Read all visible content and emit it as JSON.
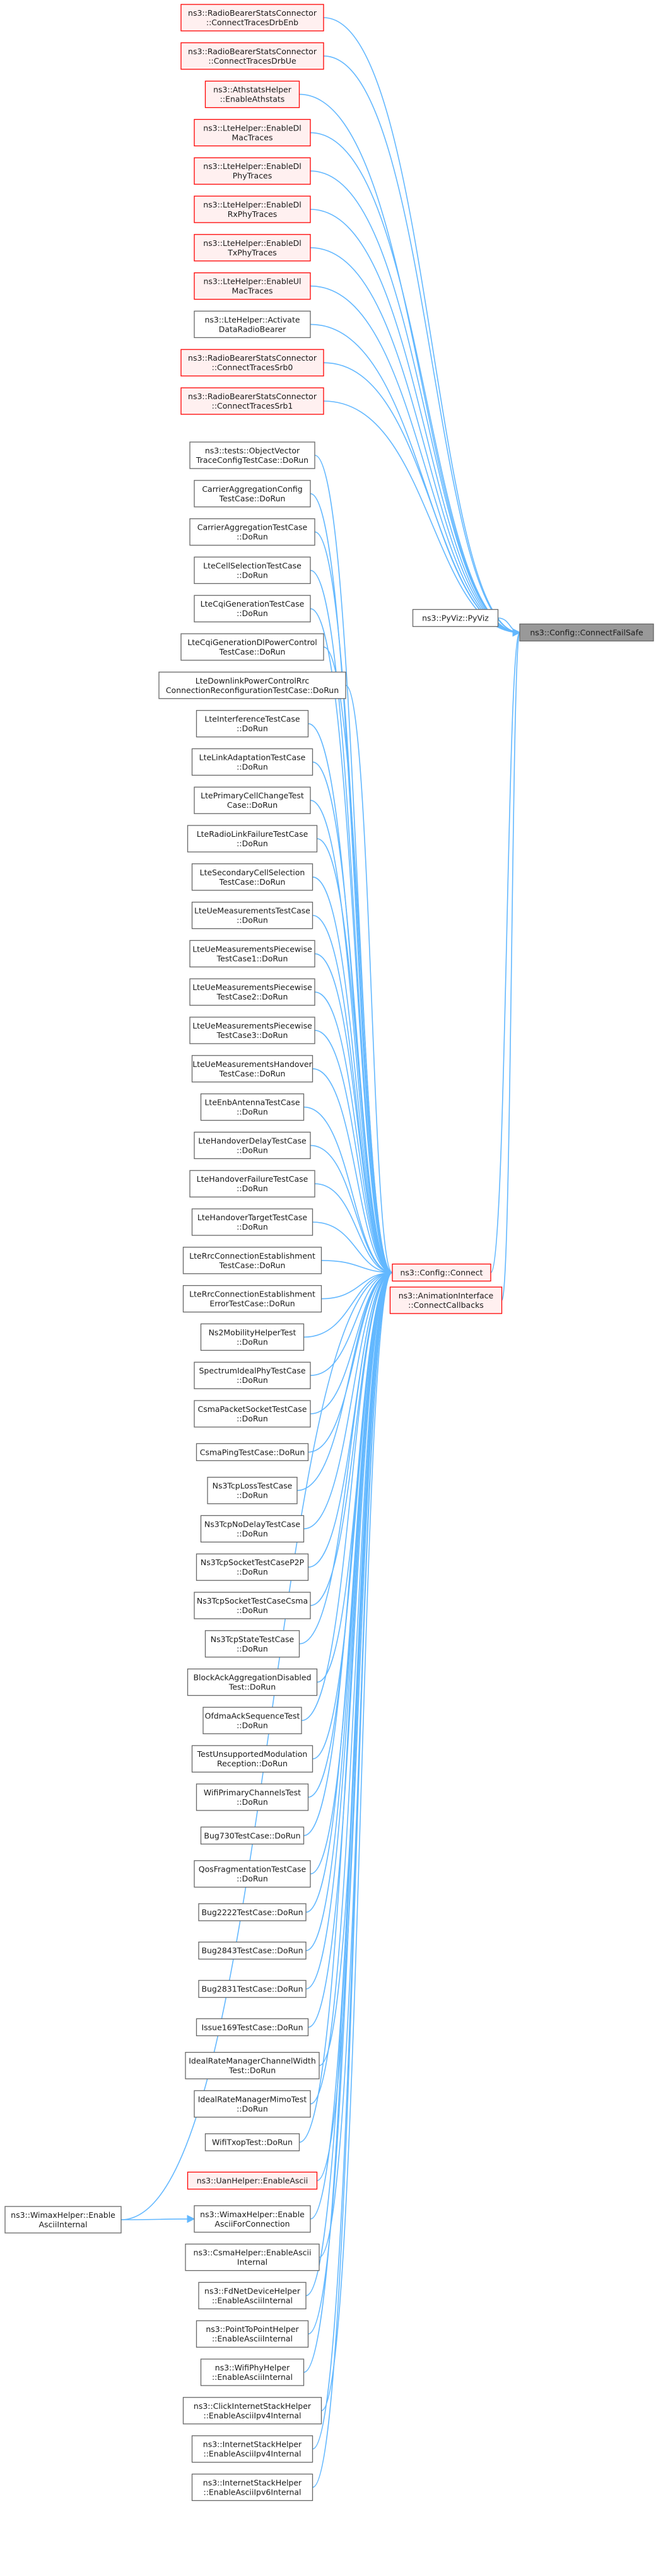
{
  "theme": {
    "edge_color": "#63b8ff",
    "normal_border": "#666666",
    "normal_fill": "#ffffff",
    "red_border": "#ff0000",
    "red_fill": "#fff0f0",
    "target_border": "#666666",
    "target_fill": "#999999"
  },
  "target": {
    "id": "target",
    "lines": [
      "ns3::Config::ConnectFailSafe"
    ],
    "style": "target"
  },
  "connect": {
    "id": "connect",
    "lines": [
      "ns3::Config::Connect"
    ],
    "style": "red"
  },
  "anim": {
    "id": "anim",
    "lines": [
      "ns3::AnimationInterface",
      "::ConnectCallbacks"
    ],
    "style": "red"
  },
  "pyviz": {
    "id": "pyviz",
    "lines": [
      "ns3::PyViz::PyViz"
    ],
    "style": "normal"
  },
  "direct": [
    {
      "id": "d0",
      "lines": [
        "ns3::RadioBearerStatsConnector",
        "::ConnectTracesDrbEnb"
      ],
      "style": "red"
    },
    {
      "id": "d1",
      "lines": [
        "ns3::RadioBearerStatsConnector",
        "::ConnectTracesDrbUe"
      ],
      "style": "red"
    },
    {
      "id": "d2",
      "lines": [
        "ns3::AthstatsHelper",
        "::EnableAthstats"
      ],
      "style": "red"
    },
    {
      "id": "d3",
      "lines": [
        "ns3::LteHelper::EnableDl",
        "MacTraces"
      ],
      "style": "red"
    },
    {
      "id": "d4",
      "lines": [
        "ns3::LteHelper::EnableDl",
        "PhyTraces"
      ],
      "style": "red"
    },
    {
      "id": "d5",
      "lines": [
        "ns3::LteHelper::EnableDl",
        "RxPhyTraces"
      ],
      "style": "red"
    },
    {
      "id": "d6",
      "lines": [
        "ns3::LteHelper::EnableDl",
        "TxPhyTraces"
      ],
      "style": "red"
    },
    {
      "id": "d7",
      "lines": [
        "ns3::LteHelper::EnableUl",
        "MacTraces"
      ],
      "style": "red"
    },
    {
      "id": "d8",
      "lines": [
        "ns3::LteHelper::Activate",
        "DataRadioBearer"
      ],
      "style": "normal"
    },
    {
      "id": "d9",
      "lines": [
        "ns3::RadioBearerStatsConnector",
        "::ConnectTracesSrb0"
      ],
      "style": "red"
    },
    {
      "id": "d10",
      "lines": [
        "ns3::RadioBearerStatsConnector",
        "::ConnectTracesSrb1"
      ],
      "style": "red"
    }
  ],
  "callers": [
    {
      "id": "c0",
      "lines": [
        "ns3::tests::ObjectVector",
        "TraceConfigTestCase::DoRun"
      ],
      "style": "normal"
    },
    {
      "id": "c1",
      "lines": [
        "CarrierAggregationConfig",
        "TestCase::DoRun"
      ],
      "style": "normal"
    },
    {
      "id": "c2",
      "lines": [
        "CarrierAggregationTestCase",
        "::DoRun"
      ],
      "style": "normal"
    },
    {
      "id": "c3",
      "lines": [
        "LteCellSelectionTestCase",
        "::DoRun"
      ],
      "style": "normal"
    },
    {
      "id": "c4",
      "lines": [
        "LteCqiGenerationTestCase",
        "::DoRun"
      ],
      "style": "normal"
    },
    {
      "id": "c5",
      "lines": [
        "LteCqiGenerationDlPowerControl",
        "TestCase::DoRun"
      ],
      "style": "normal"
    },
    {
      "id": "c6",
      "lines": [
        "LteDownlinkPowerControlRrc",
        "ConnectionReconfigurationTestCase::DoRun"
      ],
      "style": "normal"
    },
    {
      "id": "c7",
      "lines": [
        "LteInterferenceTestCase",
        "::DoRun"
      ],
      "style": "normal"
    },
    {
      "id": "c8",
      "lines": [
        "LteLinkAdaptationTestCase",
        "::DoRun"
      ],
      "style": "normal"
    },
    {
      "id": "c9",
      "lines": [
        "LtePrimaryCellChangeTest",
        "Case::DoRun"
      ],
      "style": "normal"
    },
    {
      "id": "c10",
      "lines": [
        "LteRadioLinkFailureTestCase",
        "::DoRun"
      ],
      "style": "normal"
    },
    {
      "id": "c11",
      "lines": [
        "LteSecondaryCellSelection",
        "TestCase::DoRun"
      ],
      "style": "normal"
    },
    {
      "id": "c12",
      "lines": [
        "LteUeMeasurementsTestCase",
        "::DoRun"
      ],
      "style": "normal"
    },
    {
      "id": "c13",
      "lines": [
        "LteUeMeasurementsPiecewise",
        "TestCase1::DoRun"
      ],
      "style": "normal"
    },
    {
      "id": "c14",
      "lines": [
        "LteUeMeasurementsPiecewise",
        "TestCase2::DoRun"
      ],
      "style": "normal"
    },
    {
      "id": "c15",
      "lines": [
        "LteUeMeasurementsPiecewise",
        "TestCase3::DoRun"
      ],
      "style": "normal"
    },
    {
      "id": "c16",
      "lines": [
        "LteUeMeasurementsHandover",
        "TestCase::DoRun"
      ],
      "style": "normal"
    },
    {
      "id": "c17",
      "lines": [
        "LteEnbAntennaTestCase",
        "::DoRun"
      ],
      "style": "normal"
    },
    {
      "id": "c18",
      "lines": [
        "LteHandoverDelayTestCase",
        "::DoRun"
      ],
      "style": "normal"
    },
    {
      "id": "c19",
      "lines": [
        "LteHandoverFailureTestCase",
        "::DoRun"
      ],
      "style": "normal"
    },
    {
      "id": "c20",
      "lines": [
        "LteHandoverTargetTestCase",
        "::DoRun"
      ],
      "style": "normal"
    },
    {
      "id": "c21",
      "lines": [
        "LteRrcConnectionEstablishment",
        "TestCase::DoRun"
      ],
      "style": "normal"
    },
    {
      "id": "c22",
      "lines": [
        "LteRrcConnectionEstablishment",
        "ErrorTestCase::DoRun"
      ],
      "style": "normal"
    },
    {
      "id": "c23",
      "lines": [
        "Ns2MobilityHelperTest",
        "::DoRun"
      ],
      "style": "normal"
    },
    {
      "id": "c24",
      "lines": [
        "SpectrumIdealPhyTestCase",
        "::DoRun"
      ],
      "style": "normal"
    },
    {
      "id": "c25",
      "lines": [
        "CsmaPacketSocketTestCase",
        "::DoRun"
      ],
      "style": "normal"
    },
    {
      "id": "c26",
      "lines": [
        "CsmaPingTestCase::DoRun"
      ],
      "style": "normal"
    },
    {
      "id": "c27",
      "lines": [
        "Ns3TcpLossTestCase",
        "::DoRun"
      ],
      "style": "normal"
    },
    {
      "id": "c28",
      "lines": [
        "Ns3TcpNoDelayTestCase",
        "::DoRun"
      ],
      "style": "normal"
    },
    {
      "id": "c29",
      "lines": [
        "Ns3TcpSocketTestCaseP2P",
        "::DoRun"
      ],
      "style": "normal"
    },
    {
      "id": "c30",
      "lines": [
        "Ns3TcpSocketTestCaseCsma",
        "::DoRun"
      ],
      "style": "normal"
    },
    {
      "id": "c31",
      "lines": [
        "Ns3TcpStateTestCase",
        "::DoRun"
      ],
      "style": "normal"
    },
    {
      "id": "c32",
      "lines": [
        "BlockAckAggregationDisabled",
        "Test::DoRun"
      ],
      "style": "normal"
    },
    {
      "id": "c33",
      "lines": [
        "OfdmaAckSequenceTest",
        "::DoRun"
      ],
      "style": "normal"
    },
    {
      "id": "c34",
      "lines": [
        "TestUnsupportedModulation",
        "Reception::DoRun"
      ],
      "style": "normal"
    },
    {
      "id": "c35",
      "lines": [
        "WifiPrimaryChannelsTest",
        "::DoRun"
      ],
      "style": "normal"
    },
    {
      "id": "c36",
      "lines": [
        "Bug730TestCase::DoRun"
      ],
      "style": "normal"
    },
    {
      "id": "c37",
      "lines": [
        "QosFragmentationTestCase",
        "::DoRun"
      ],
      "style": "normal"
    },
    {
      "id": "c38",
      "lines": [
        "Bug2222TestCase::DoRun"
      ],
      "style": "normal"
    },
    {
      "id": "c39",
      "lines": [
        "Bug2843TestCase::DoRun"
      ],
      "style": "normal"
    },
    {
      "id": "c40",
      "lines": [
        "Bug2831TestCase::DoRun"
      ],
      "style": "normal"
    },
    {
      "id": "c41",
      "lines": [
        "Issue169TestCase::DoRun"
      ],
      "style": "normal"
    },
    {
      "id": "c42",
      "lines": [
        "IdealRateManagerChannelWidth",
        "Test::DoRun"
      ],
      "style": "normal"
    },
    {
      "id": "c43",
      "lines": [
        "IdealRateManagerMimoTest",
        "::DoRun"
      ],
      "style": "normal"
    },
    {
      "id": "c44",
      "lines": [
        "WifiTxopTest::DoRun"
      ],
      "style": "normal"
    },
    {
      "id": "c45",
      "lines": [
        "ns3::UanHelper::EnableAscii"
      ],
      "style": "red"
    },
    {
      "id": "c46",
      "lines": [
        "ns3::WimaxHelper::Enable",
        "AsciiForConnection"
      ],
      "style": "normal"
    },
    {
      "id": "c47",
      "lines": [
        "ns3::CsmaHelper::EnableAscii",
        "Internal"
      ],
      "style": "normal"
    },
    {
      "id": "c48",
      "lines": [
        "ns3::FdNetDeviceHelper",
        "::EnableAsciiInternal"
      ],
      "style": "normal"
    },
    {
      "id": "c49",
      "lines": [
        "ns3::PointToPointHelper",
        "::EnableAsciiInternal"
      ],
      "style": "normal"
    },
    {
      "id": "c50",
      "lines": [
        "ns3::WifiPhyHelper",
        "::EnableAsciiInternal"
      ],
      "style": "normal"
    },
    {
      "id": "c51",
      "lines": [
        "ns3::ClickInternetStackHelper",
        "::EnableAsciiIpv4Internal"
      ],
      "style": "normal"
    },
    {
      "id": "c52",
      "lines": [
        "ns3::InternetStackHelper",
        "::EnableAsciiIpv4Internal"
      ],
      "style": "normal"
    },
    {
      "id": "c53",
      "lines": [
        "ns3::InternetStackHelper",
        "::EnableAsciiIpv6Internal"
      ],
      "style": "normal"
    }
  ],
  "wimax_internal": {
    "id": "wimax_internal",
    "lines": [
      "ns3::WimaxHelper::Enable",
      "AsciiInternal"
    ],
    "style": "normal"
  }
}
